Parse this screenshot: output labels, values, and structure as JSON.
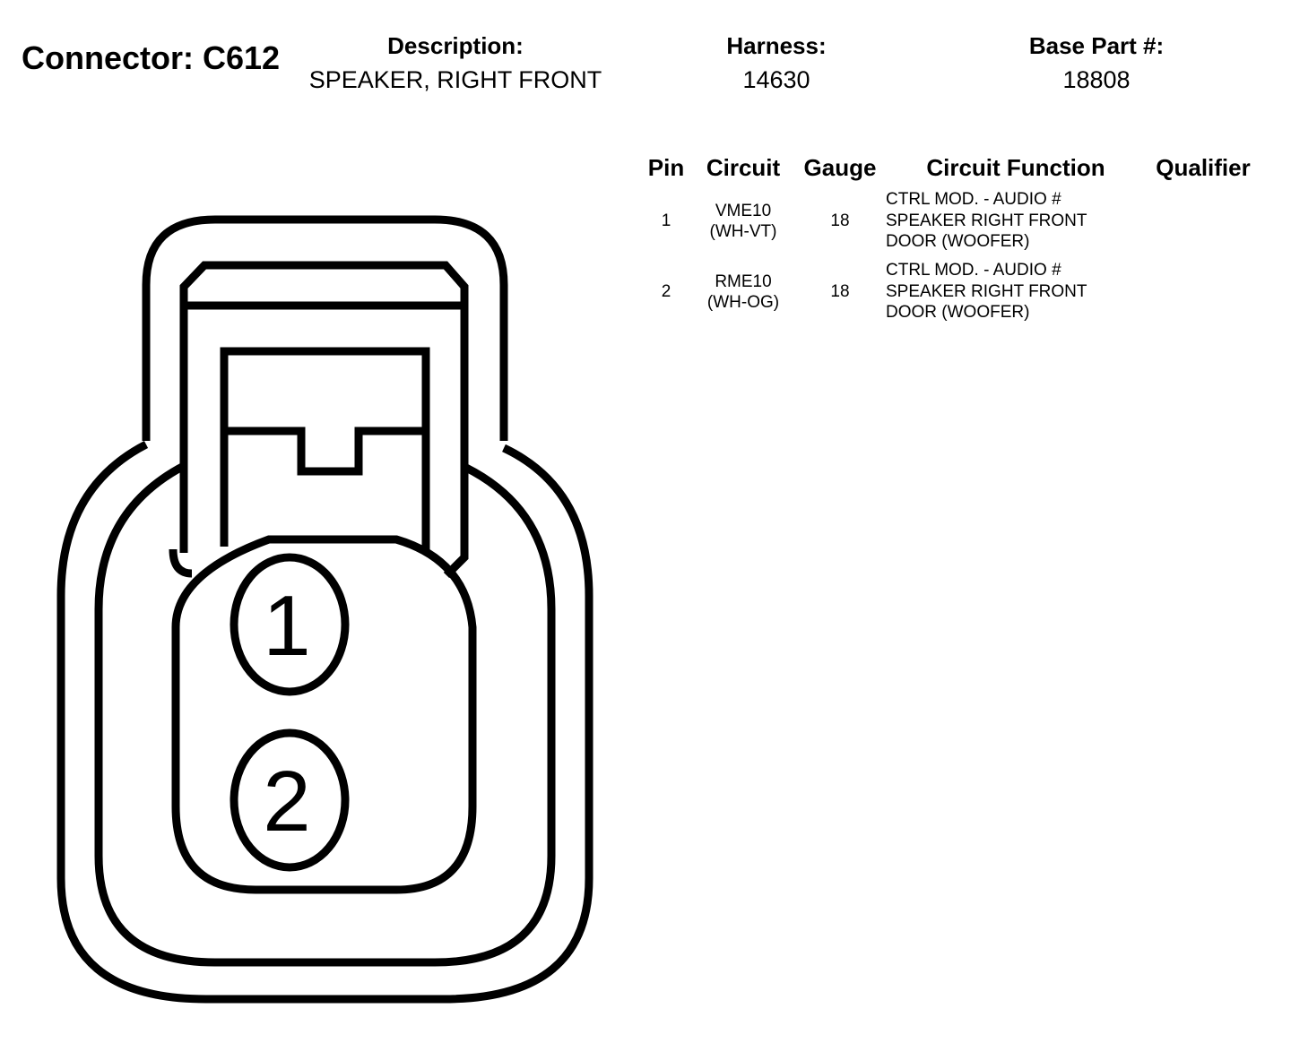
{
  "connector": {
    "title": "Connector: C612",
    "description_label": "Description:",
    "description_value": "SPEAKER, RIGHT FRONT",
    "harness_label": "Harness:",
    "harness_value": "14630",
    "base_part_label": "Base Part #:",
    "base_part_value": "18808"
  },
  "table": {
    "headers": [
      "Pin",
      "Circuit",
      "Gauge",
      "Circuit Function",
      "Qualifier"
    ],
    "rows": [
      {
        "pin": "1",
        "circuit_code": "VME10",
        "circuit_color": "(WH-VT)",
        "gauge": "18",
        "function_lines": [
          "CTRL MOD. - AUDIO #",
          "SPEAKER RIGHT FRONT",
          "DOOR (WOOFER)"
        ],
        "qualifier": ""
      },
      {
        "pin": "2",
        "circuit_code": "RME10",
        "circuit_color": "(WH-OG)",
        "gauge": "18",
        "function_lines": [
          "CTRL MOD. - AUDIO #",
          "SPEAKER RIGHT FRONT",
          "DOOR (WOOFER)"
        ],
        "qualifier": ""
      }
    ]
  },
  "diagram": {
    "pin_labels": [
      "1",
      "2"
    ]
  }
}
